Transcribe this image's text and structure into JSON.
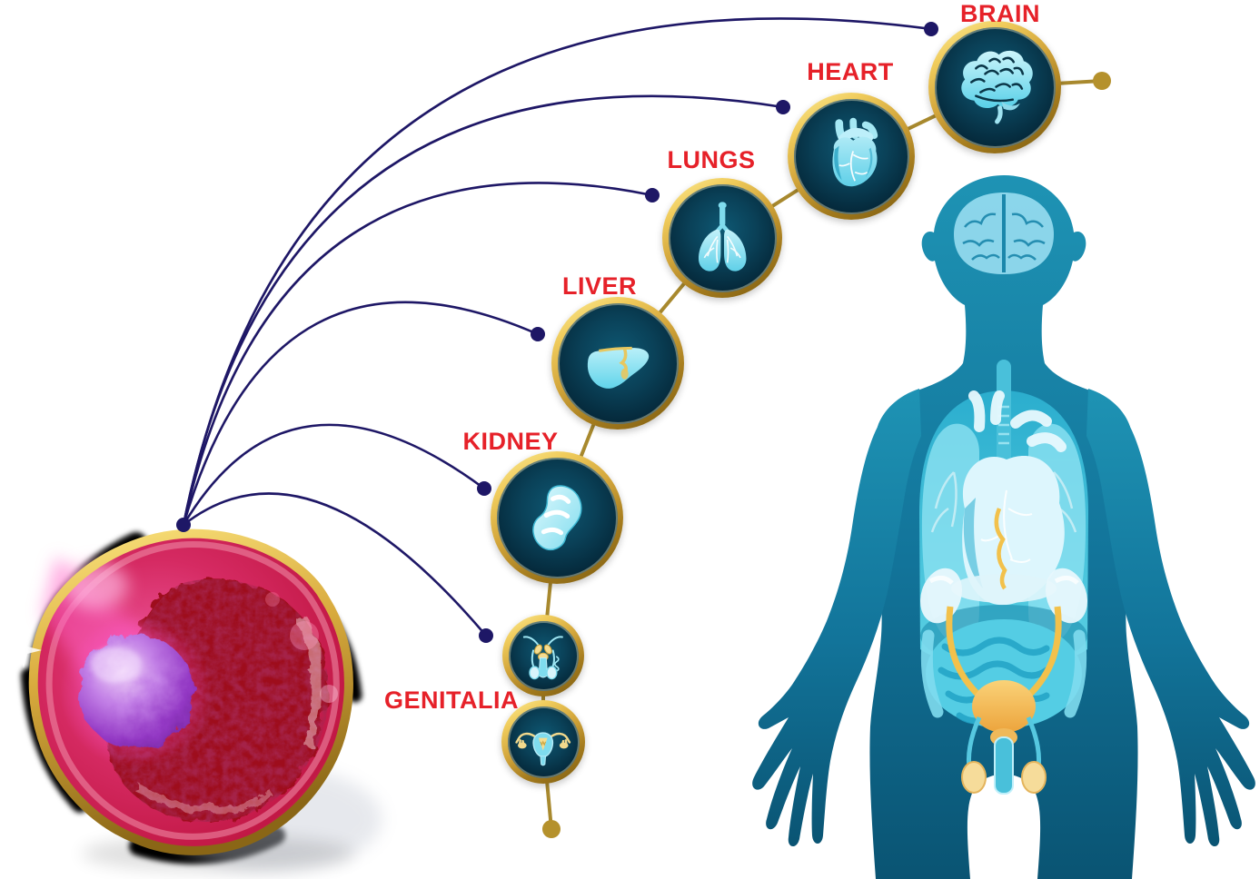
{
  "figure": {
    "type": "medical-infographic",
    "subject": "Stem cell differentiating into human organs"
  },
  "labels": {
    "brain": "BRAIN",
    "heart": "HEART",
    "lungs": "LUNGS",
    "liver": "LIVER",
    "kidney": "KIDNEY",
    "genitalia": "GENITALIA"
  },
  "organs": [
    {
      "id": "brain",
      "label": "BRAIN",
      "icon": "brain-icon"
    },
    {
      "id": "heart",
      "label": "HEART",
      "icon": "heart-icon"
    },
    {
      "id": "lungs",
      "label": "LUNGS",
      "icon": "lungs-icon"
    },
    {
      "id": "liver",
      "label": "LIVER",
      "icon": "liver-icon"
    },
    {
      "id": "kidney",
      "label": "KIDNEY",
      "icon": "kidney-icon"
    },
    {
      "id": "genitalia",
      "label": "GENITALIA",
      "icons": [
        "male-reproductive-icon",
        "female-reproductive-icon"
      ]
    }
  ],
  "cell": {
    "name": "stem-cell-illustration"
  },
  "human_figure": {
    "name": "human-body-silhouette",
    "visible_organs": [
      "brain",
      "trachea",
      "lungs",
      "heart",
      "pancreas",
      "kidneys",
      "intestines",
      "bladder",
      "male-reproductive-organs"
    ]
  },
  "colors": {
    "label_red": "#E62129",
    "connector_navy": "#1E1766",
    "connector_gold": "#A8892E",
    "ring_gold": "#D4A73C",
    "medallion_bg": "#052A3C",
    "organ_cyan": "#8FE0F0",
    "body_teal": "#147494",
    "background": "#FFFFFF"
  }
}
